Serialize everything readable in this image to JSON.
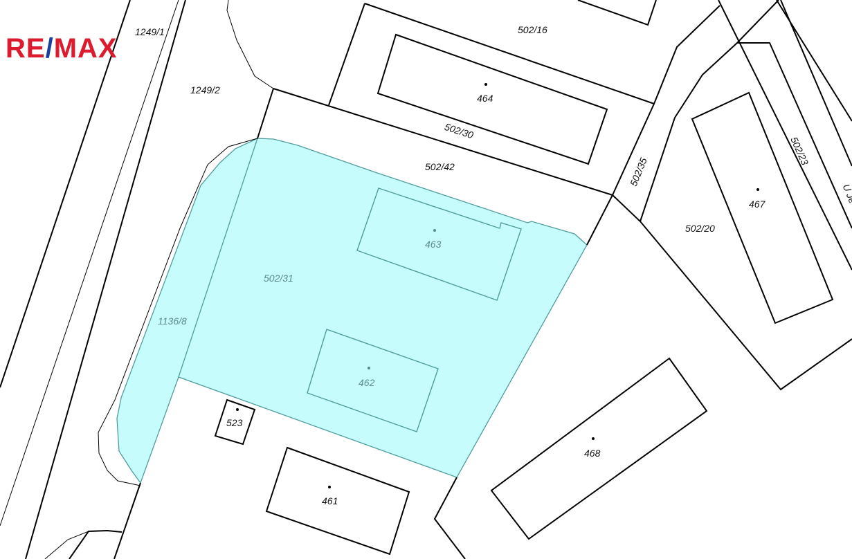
{
  "logo": {
    "part1": "RE",
    "slash": "/",
    "part2": "MAX",
    "brand_red": "#dc1c2e",
    "brand_blue": "#1a3fa0"
  },
  "highlight_color": "#c6fcfc",
  "parcels": {
    "p1249_1": "1249/1",
    "p1249_2": "1249/2",
    "p502_16": "502/16",
    "p502_30": "502/30",
    "p502_42": "502/42",
    "p502_35": "502/35",
    "p502_23": "502/23",
    "p502_20": "502/20",
    "p502_31": "502/31",
    "p1136_8": "1136/8"
  },
  "buildings": {
    "b464": "464",
    "b463": "463",
    "b467": "467",
    "b462": "462",
    "b523": "523",
    "b468": "468",
    "b461": "461"
  },
  "street": "U Je"
}
